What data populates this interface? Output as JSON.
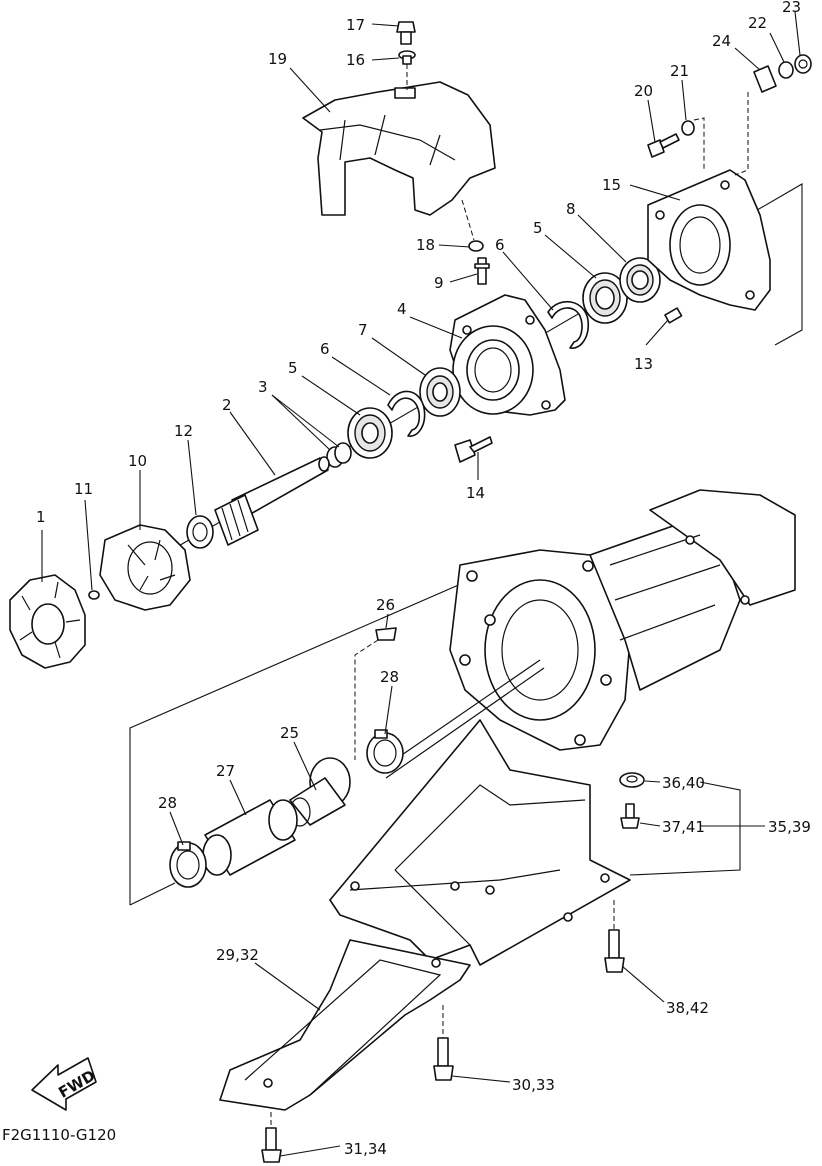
{
  "diagram_code": "F2G1110-G120",
  "fwd_label": "FWD",
  "callouts": {
    "c1": "1",
    "c2": "2",
    "c3": "3",
    "c4": "4",
    "c5a": "5",
    "c5b": "5",
    "c6a": "6",
    "c6b": "6",
    "c7": "7",
    "c8": "8",
    "c9": "9",
    "c10": "10",
    "c11": "11",
    "c12": "12",
    "c13": "13",
    "c14": "14",
    "c15": "15",
    "c16": "16",
    "c17": "17",
    "c18": "18",
    "c19": "19",
    "c20": "20",
    "c21": "21",
    "c22": "22",
    "c23": "23",
    "c24": "24",
    "c25": "25",
    "c26": "26",
    "c27": "27",
    "c28a": "28",
    "c28b": "28",
    "c29_32": "29,32",
    "c30_33": "30,33",
    "c31_34": "31,34",
    "c35_39": "35,39",
    "c36_40": "36,40",
    "c37_41": "37,41",
    "c38_42": "38,42"
  }
}
